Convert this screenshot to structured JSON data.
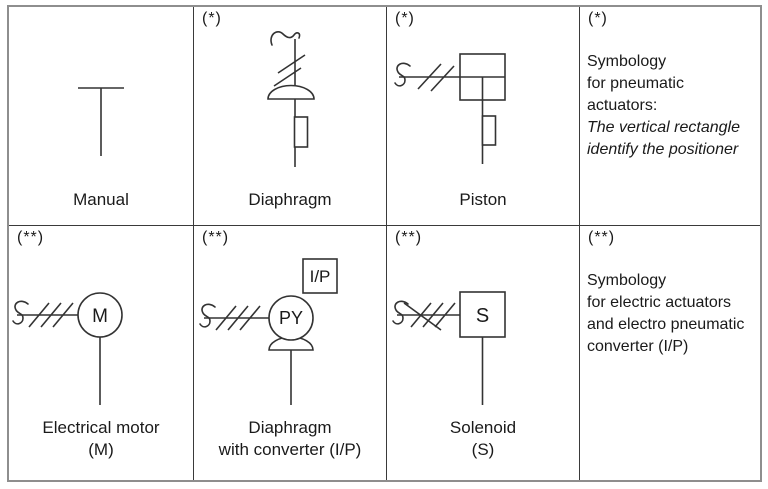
{
  "colors": {
    "background": "#ffffff",
    "outer_border": "#8e8e8e",
    "grid_line": "#3a3a3a",
    "symbol_stroke": "#333333",
    "text": "#1a1a1a"
  },
  "cells": {
    "manual": {
      "label": "Manual"
    },
    "diaphragm": {
      "marker": "(*)",
      "label": "Diaphragm"
    },
    "piston": {
      "marker": "(*)",
      "label": "Piston"
    },
    "pneumatic_note": {
      "marker": "(*)",
      "line1": "Symbology",
      "line2": "for pneumatic actuators:",
      "line3_italic": "The vertical rectangle",
      "line4_italic": "identify the positioner"
    },
    "electrical_motor": {
      "marker": "(**)",
      "label1": "Electrical motor",
      "label2": "(M)",
      "letter": "M"
    },
    "diaphragm_converter": {
      "marker": "(**)",
      "label1": "Diaphragm",
      "label2": "with converter (I/P)",
      "circle_text": "PY",
      "box_text": "I/P"
    },
    "solenoid": {
      "marker": "(**)",
      "label1": "Solenoid",
      "label2": "(S)",
      "letter": "S"
    },
    "electric_note": {
      "marker": "(**)",
      "line1": "Symbology",
      "line2": "for electric actuators",
      "line3": "and electro pneumatic",
      "line4": "converter (I/P)"
    }
  }
}
